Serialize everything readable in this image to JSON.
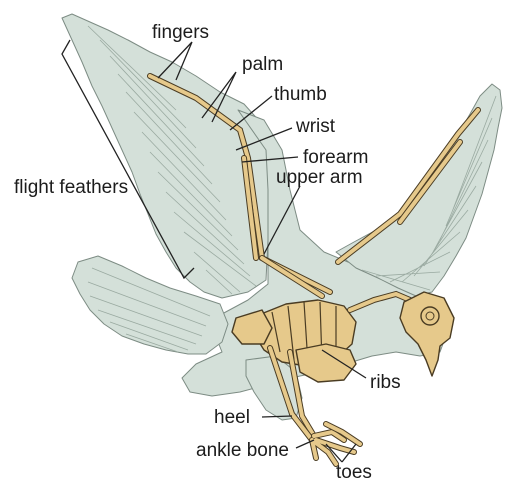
{
  "labels": {
    "fingers": "fingers",
    "palm": "palm",
    "thumb": "thumb",
    "wrist": "wrist",
    "forearm": "forearm",
    "upper_arm": "upper arm",
    "flight_feathers": "flight feathers",
    "ribs": "ribs",
    "heel": "heel",
    "ankle_bone": "ankle bone",
    "toes": "toes"
  },
  "colors": {
    "feather_fill": "#d4e0d9",
    "feather_outline": "#7d8c84",
    "bone_fill": "#e6c98b",
    "bone_outline": "#4a3c23",
    "label_text": "#1c1c1c"
  }
}
